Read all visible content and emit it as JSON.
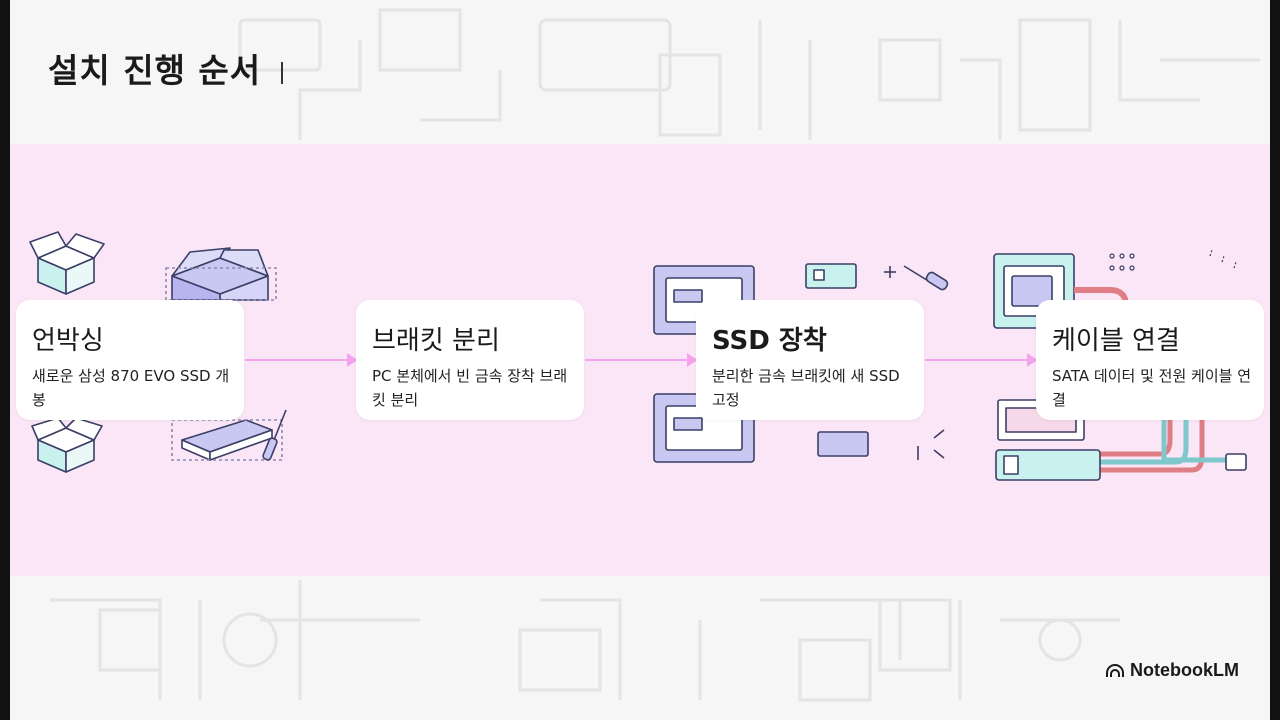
{
  "slide": {
    "title": "설치 진행 순서"
  },
  "steps": [
    {
      "title": "언박싱",
      "desc": "새로운 삼성 870 EVO SSD 개봉"
    },
    {
      "title": "브래킷 분리",
      "desc": "PC 본체에서 빈 금속 장착 브래킷 분리"
    },
    {
      "title": "SSD 장착",
      "desc": "분리한 금속 브래킷에 새 SSD 고정"
    },
    {
      "title": "케이블 연결",
      "desc": "SATA 데이터 및 전원 케이블 연결"
    }
  ],
  "brand": {
    "name": "NotebookLM",
    "icon": "notebooklm-logo-icon"
  },
  "colors": {
    "band": "#fbe6f7",
    "arrow": "#f5a3ea",
    "illustration_purple": "#c9c8f3",
    "illustration_teal": "#c9f1ee",
    "illustration_outline": "#3b3f66",
    "cable_red": "#e07e86",
    "cable_teal": "#7ec8cc"
  }
}
